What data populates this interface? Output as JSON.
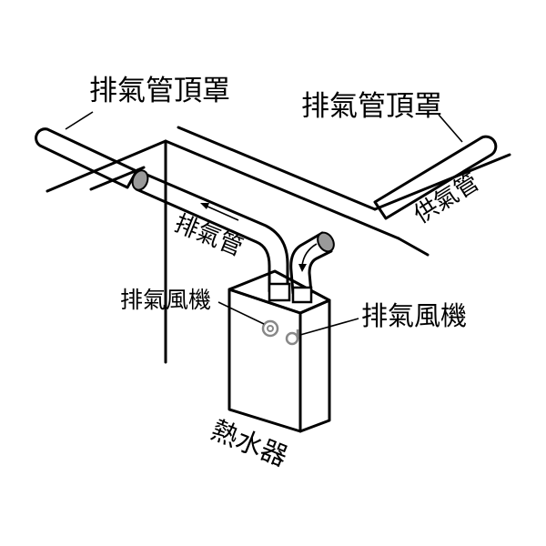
{
  "labels": {
    "exhaust_cap_left": "排氣管頂罩",
    "exhaust_cap_right": "排氣管頂罩",
    "supply_pipe": "供氣管",
    "exhaust_pipe": "排氣管",
    "fan_left": "排氣風機",
    "fan_right": "排氣風機",
    "heater": "熱水器"
  },
  "colors": {
    "line": "#000000",
    "pipe_end": "#9a9a9a",
    "background": "#ffffff"
  }
}
